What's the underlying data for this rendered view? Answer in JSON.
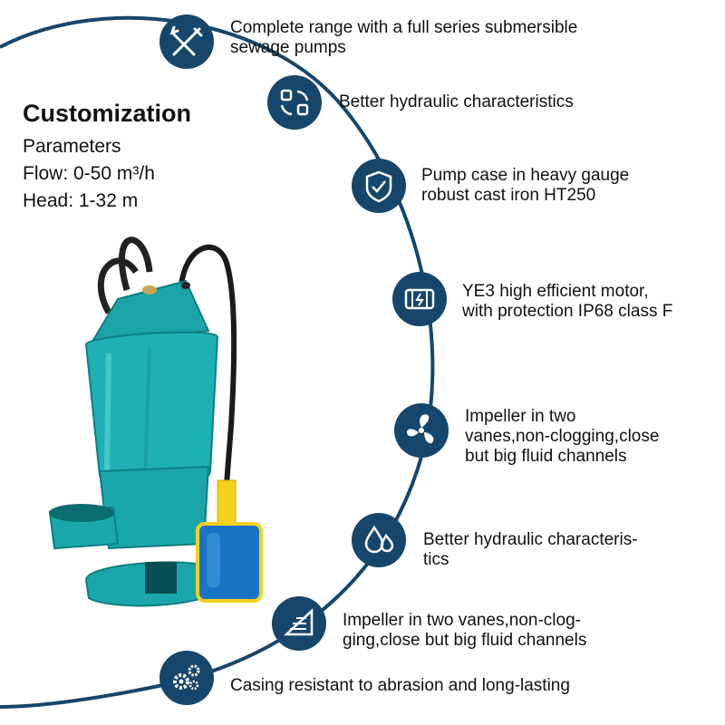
{
  "colors": {
    "navy": "#16466b",
    "teal": "#1ea8ae",
    "float_blue": "#1a73c7",
    "float_yellow": "#f3d11b"
  },
  "customization": {
    "title": "Customization",
    "lines": [
      "Parameters",
      "Flow: 0-50 m³/h",
      "Head: 1-32 m"
    ]
  },
  "features": [
    {
      "icon": "tools-icon",
      "lines": [
        "Complete range with a full series submersible",
        "sewage pumps"
      ]
    },
    {
      "icon": "cycle-icon",
      "lines": [
        "Better hydraulic characteristics"
      ]
    },
    {
      "icon": "shield-check-icon",
      "lines": [
        "Pump case in heavy gauge",
        "robust cast iron HT250"
      ]
    },
    {
      "icon": "motor-icon",
      "lines": [
        "YE3 high efficient motor,",
        "with protection IP68 class F"
      ]
    },
    {
      "icon": "fan-impeller-icon",
      "lines": [
        "Impeller in two",
        "vanes,non-clogging,close",
        "but big fluid channels"
      ]
    },
    {
      "icon": "water-drops-icon",
      "lines": [
        "Better hydraulic characteris-",
        "tics"
      ]
    },
    {
      "icon": "channel-chart-icon",
      "lines": [
        "Impeller in two vanes,non-clog-",
        "ging,close but big fluid channels"
      ]
    },
    {
      "icon": "gears-icon",
      "lines": [
        "Casing resistant to abrasion and long-lasting"
      ]
    }
  ]
}
